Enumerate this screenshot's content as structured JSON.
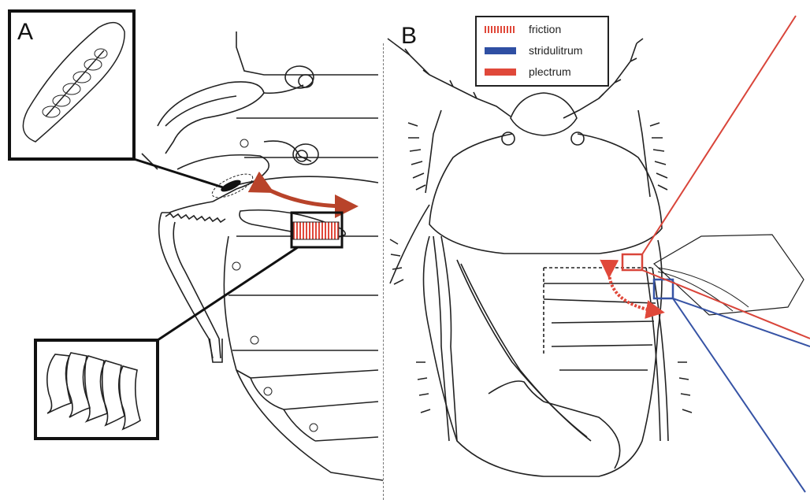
{
  "panels": [
    {
      "label": "A"
    },
    {
      "label": "B"
    }
  ],
  "legend": {
    "items": [
      {
        "label": "friction",
        "color": "#e0483a",
        "style": "hatched"
      },
      {
        "label": "stridulitrum",
        "color": "#2f4fa3",
        "style": "solid"
      },
      {
        "label": "plectrum",
        "color": "#e0483a",
        "style": "solid"
      }
    ]
  },
  "colors": {
    "line": "#222222",
    "arrow_a": "#b8432a",
    "arrow_b": "#e0483a",
    "callout_red": "#d9453a",
    "callout_blue": "#3653a5"
  }
}
